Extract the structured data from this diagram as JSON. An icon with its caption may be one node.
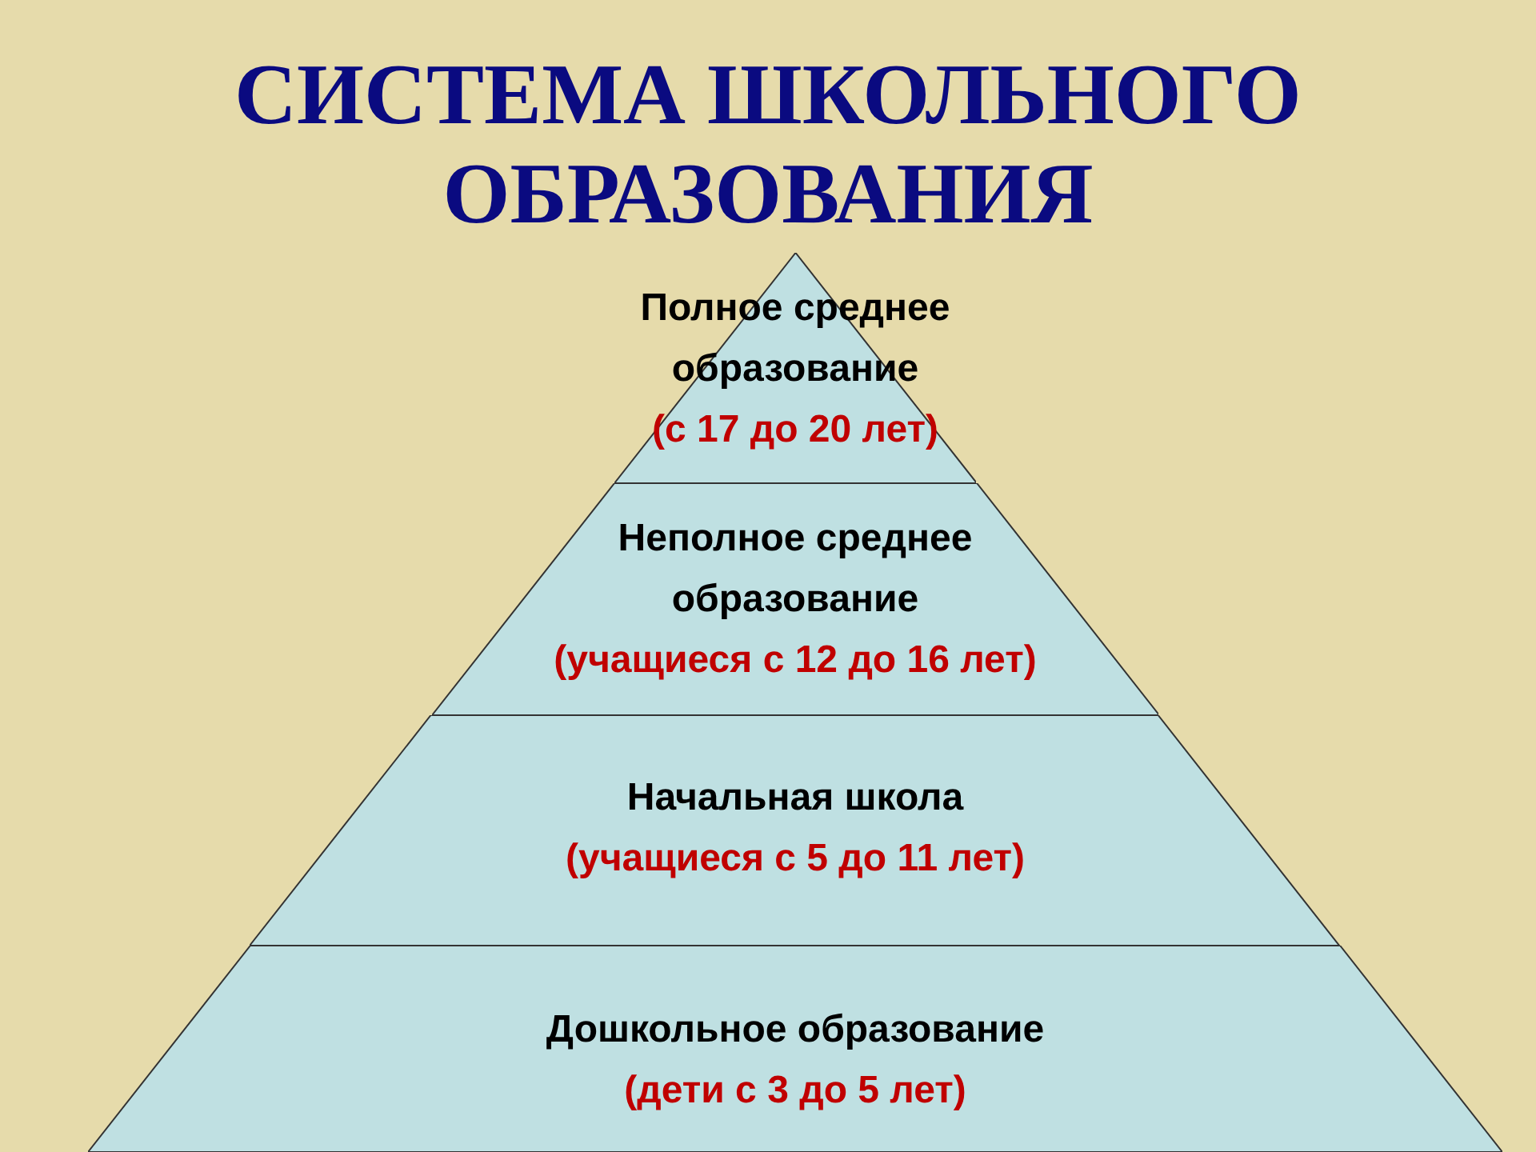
{
  "diagram": {
    "title": "СИСТЕМА ШКОЛЬНОГО ОБРАЗОВАНИЯ",
    "nodes": [
      {
        "text": [
          "Полное среднее образование",
          "(с 17 до 20 лет)"
        ]
      },
      {
        "text": [
          "Неполное среднее образование",
          "(учащиеся с 12 до 16 лет)"
        ]
      },
      {
        "text": [
          "Начальная школа",
          "(учащиеся с 5 до 11 лет)"
        ]
      },
      {
        "text": [
          "Дошкольное образование",
          "(дети с 3 до 5 лет)"
        ]
      }
    ]
  }
}
